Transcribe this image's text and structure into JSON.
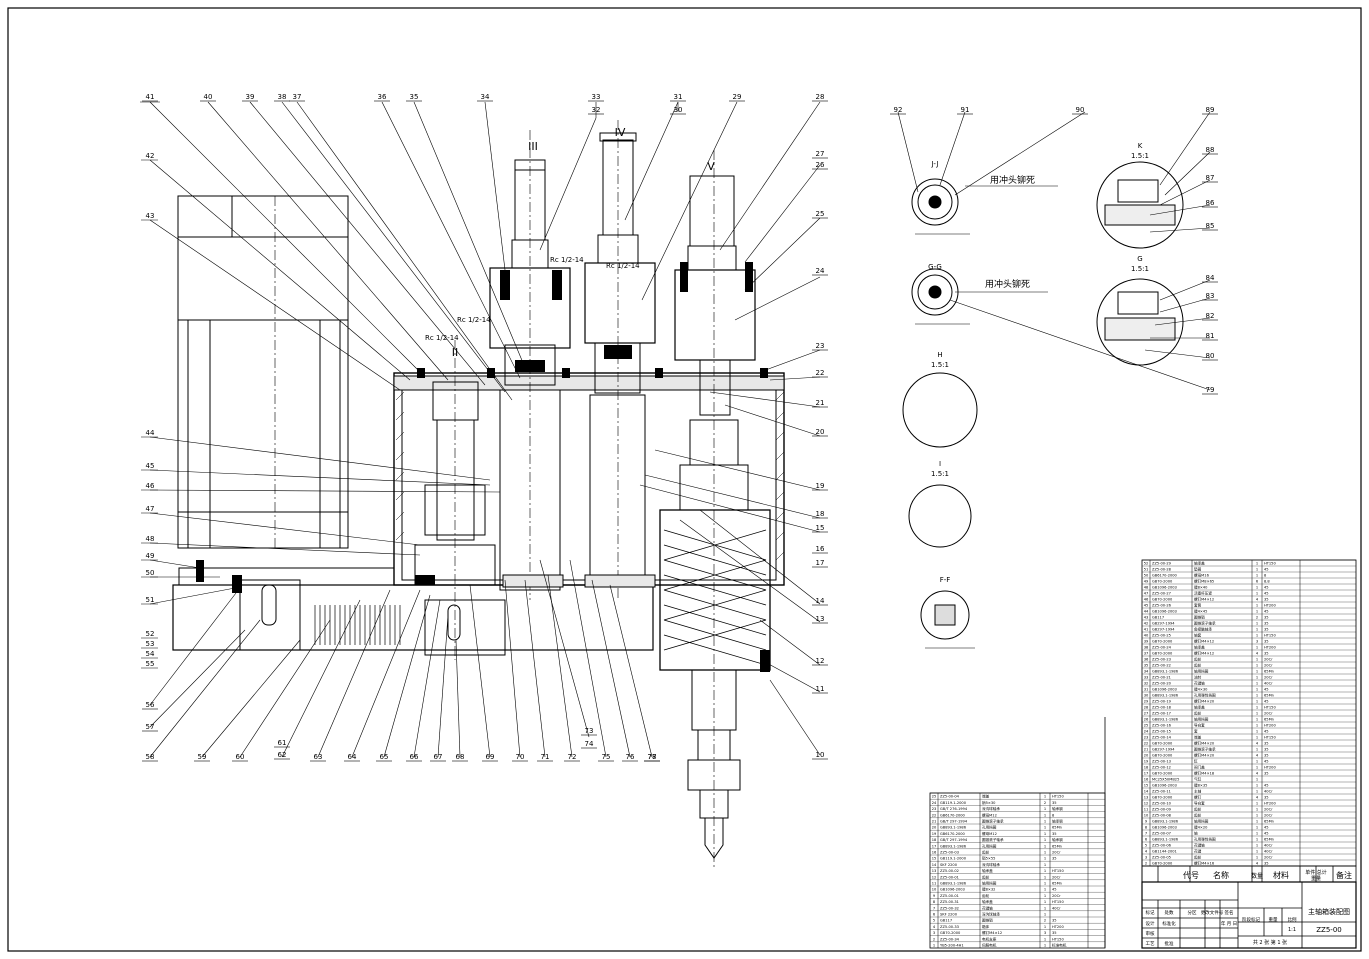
{
  "balloons_top": [
    "41",
    "40",
    "39",
    "38",
    "37",
    "36",
    "35",
    "34",
    "33",
    "32",
    "31",
    "30",
    "29",
    "28"
  ],
  "balloons_left": [
    "42",
    "43",
    "44",
    "45",
    "46",
    "47",
    "48",
    "49",
    "50",
    "51",
    "52",
    "53",
    "54",
    "55"
  ],
  "balloons_right": [
    "27",
    "26",
    "25",
    "24",
    "23",
    "22",
    "21",
    "20",
    "19",
    "18",
    "16",
    "17",
    "15",
    "14",
    "13",
    "12",
    "11",
    "10"
  ],
  "balloons_bottom": [
    "56",
    "57",
    "58",
    "59",
    "60",
    "61",
    "62",
    "63",
    "64",
    "65",
    "66",
    "67",
    "68",
    "69",
    "70",
    "71",
    "72",
    "73",
    "74",
    "75",
    "76",
    "77",
    "78"
  ],
  "roman_marks": [
    "III",
    "IV",
    "V",
    "II"
  ],
  "thread_notes": [
    "Rc 1/2-14",
    "Rc 1/2-14",
    "Rc 1/2-14",
    "Rc 1/2-14"
  ],
  "detail_notes": {
    "punch_note_1": "用冲头铆死",
    "punch_note_2": "用冲头铆死",
    "detail_k": "K",
    "detail_g": "G",
    "scale_a": "1.5:1",
    "scale_b": "1.5:1",
    "detail_h": "H",
    "scale_h": "1.5:1",
    "detail_i": "I",
    "scale_i": "1.5:1",
    "detail_f": "F-F",
    "section_jj": "J-J",
    "section_gg": "G-G"
  },
  "detail_balloons": [
    "92",
    "91",
    "90",
    "89",
    "88",
    "87",
    "86",
    "85",
    "84",
    "83",
    "82",
    "81",
    "80",
    "79"
  ],
  "title_block": {
    "drawing_name": "主轴箱装配图",
    "drawing_no": "ZZ5-00",
    "col_code": "代号",
    "col_name": "名称",
    "col_qty": "数量",
    "col_material": "材料",
    "col_weight": "单件 总计",
    "col_weight_2": "重量",
    "col_remarks": "备注",
    "sheet_info": "共 2 张   第 1 张",
    "scale": "1:1",
    "row_labels": [
      "标记",
      "处数",
      "分区",
      "更改文件号",
      "签名",
      "年 月 日"
    ],
    "row_labels_2": [
      "设计",
      "审核",
      "工艺",
      "标准化",
      "批准"
    ],
    "stage_labels": [
      "阶段标记",
      "重量",
      "比例"
    ]
  },
  "parts_list_right": [
    [
      "ZZ5-00-29",
      "轴承盖",
      "1",
      "HT150"
    ],
    [
      "ZZ5-00-28",
      "垫圈",
      "1",
      "45"
    ],
    [
      "GB6170-2000",
      "螺母M16",
      "1",
      "8"
    ],
    [
      "GB70-2000",
      "螺钉M8×65",
      "6",
      "8.8"
    ],
    [
      "GB1096-2003",
      "键8×40",
      "1",
      "45"
    ],
    [
      "ZZ5-00-27",
      "活塞杆压紧",
      "1",
      "45"
    ],
    [
      "GB70-2000",
      "螺钉M4×12",
      "4",
      "35"
    ],
    [
      "ZZ5-00-26",
      "套筒",
      "1",
      "HT200"
    ],
    [
      "GB1096-2003",
      "键4×45",
      "1",
      "45"
    ],
    [
      "GB117",
      "圆锥销",
      "2",
      "35"
    ],
    [
      "GB297-1994",
      "圆锥滚子轴承",
      "1",
      "35"
    ],
    [
      "GB297-1994",
      "角接触轴承",
      "1",
      "35"
    ],
    [
      "ZZ5-00-25",
      "轴套",
      "1",
      "HT150"
    ],
    [
      "GB70-2000",
      "螺钉M4×12",
      "3",
      "35"
    ],
    [
      "ZZ5-00-24",
      "轴承盖",
      "1",
      "HT200"
    ],
    [
      "GB70-2000",
      "螺钉M4×12",
      "4",
      "35"
    ],
    [
      "ZZ5-00-23",
      "齿轮",
      "1",
      "20Cr"
    ],
    [
      "ZZ5-00-22",
      "齿轮",
      "1",
      "20Cr"
    ],
    [
      "GB893.1-1986",
      "轴用挡圈",
      "1",
      "65Mn"
    ],
    [
      "ZZ5-00-21",
      "油封",
      "1",
      "20Cr"
    ],
    [
      "ZZ5-00-20",
      "花键轴",
      "1",
      "40Cr"
    ],
    [
      "GB1096-2003",
      "键4×30",
      "1",
      "45"
    ],
    [
      "GB893.1-1986",
      "孔用弹性挡圈",
      "1",
      "65Mn"
    ],
    [
      "ZZ5-00-19",
      "螺钉M4×20",
      "1",
      "45"
    ],
    [
      "ZZ5-00-18",
      "轴承盖",
      "1",
      "HT150"
    ],
    [
      "ZZ5-00-17",
      "齿轮",
      "1",
      "20Cr"
    ],
    [
      "GB893.1-1986",
      "轴用挡圈",
      "1",
      "65Mn"
    ],
    [
      "ZZ5-00-16",
      "导向套",
      "1",
      "HT200"
    ],
    [
      "ZZ5-00-15",
      "套",
      "1",
      "45"
    ],
    [
      "ZZ5-00-14",
      "端盖",
      "1",
      "HT150"
    ],
    [
      "GB70-2000",
      "螺钉M4×20",
      "4",
      "35"
    ],
    [
      "GB297-1994",
      "圆锥滚子轴承",
      "1",
      "35"
    ],
    [
      "GB70-2000",
      "螺钉M4×20",
      "4",
      "35"
    ],
    [
      "ZZ5-00-13",
      "缸",
      "1",
      "45"
    ],
    [
      "ZZ5-00-12",
      "阀门盖",
      "1",
      "HT200"
    ],
    [
      "GB70-2000",
      "螺钉M4×18",
      "4",
      "35"
    ],
    [
      "MC25X50MB25",
      "气缸",
      "1",
      ""
    ],
    [
      "GB1096-2003",
      "键8×35",
      "1",
      "45"
    ],
    [
      "ZZ5-00-11",
      "主轴",
      "1",
      "40Cr"
    ],
    [
      "GB70-2000",
      "螺钉",
      "4",
      "35"
    ],
    [
      "ZZ5-00-10",
      "导向套",
      "1",
      "HT200"
    ],
    [
      "ZZ5-00-09",
      "齿轮",
      "1",
      "20Cr"
    ],
    [
      "ZZ5-00-08",
      "齿轮",
      "1",
      "20Cr"
    ],
    [
      "GB893.1-1986",
      "轴用挡圈",
      "1",
      "65Mn"
    ],
    [
      "GB1096-2003",
      "键4×20",
      "1",
      "45"
    ],
    [
      "ZZ5-00-07",
      "轴",
      "1",
      "45"
    ],
    [
      "GB893.1-1986",
      "孔用弹性挡圈",
      "1",
      "65Mn"
    ],
    [
      "ZZ5-00-06",
      "花键轴",
      "1",
      "40Cr"
    ],
    [
      "GB1144-2001",
      "花键",
      "1",
      "40Cr"
    ],
    [
      "ZZ5-00-05",
      "齿轮",
      "1",
      "20Cr"
    ],
    [
      "GB70-2000",
      "螺钉M4×16",
      "4",
      "35"
    ]
  ],
  "parts_list_left": [
    [
      "ZZ5-00-04",
      "端盖",
      "1",
      "HT150"
    ],
    [
      "GB119.1-2000",
      "销5×30",
      "2",
      "35"
    ],
    [
      "GB/T 276-1994",
      "深沟球轴承",
      "1",
      "轴承钢"
    ],
    [
      "GB6170-2000",
      "螺母M12",
      "1",
      "8"
    ],
    [
      "GB/T 297-1994",
      "圆锥滚子轴承",
      "1",
      "轴承钢"
    ],
    [
      "GB893.1-1986",
      "孔用挡圈",
      "1",
      "65Mn"
    ],
    [
      "GB6170-2000",
      "螺母M12",
      "1",
      "35"
    ],
    [
      "GB/T 297-1994",
      "圆锥滚子轴承",
      "1",
      "轴承钢"
    ],
    [
      "GB893.1-1986",
      "孔用挡圈",
      "1",
      "65Mn"
    ],
    [
      "ZZ5-00-03",
      "齿轮",
      "1",
      "20Cr"
    ],
    [
      "GB119.1-2000",
      "销5×55",
      "1",
      "35"
    ],
    [
      "SKF 2200",
      "深沟球轴承",
      "1",
      ""
    ],
    [
      "ZZ5-00-02",
      "轴承盖",
      "1",
      "HT150"
    ],
    [
      "ZZ5-00-01",
      "齿轮",
      "1",
      "20Cr"
    ],
    [
      "GB893.1-1986",
      "轴用挡圈",
      "1",
      "65Mn"
    ],
    [
      "GB1096-2003",
      "键8×32",
      "1",
      "45"
    ],
    [
      "ZZ5-00-01",
      "齿轮",
      "1",
      "20Cr"
    ],
    [
      "ZZ5-00-31",
      "轴承盖",
      "1",
      "HT150"
    ],
    [
      "ZZ5-00-32",
      "花键轴",
      "1",
      "40Cr"
    ],
    [
      "SKF 2200",
      "深沟球轴承",
      "1",
      ""
    ],
    [
      "GB117",
      "圆锥销",
      "2",
      "35"
    ],
    [
      "ZZ5-00-33",
      "箱体",
      "1",
      "HT200"
    ],
    [
      "GB70-2000",
      "螺钉M4×12",
      "3",
      "35"
    ],
    [
      "ZZ5-00-34",
      "电机支座",
      "1",
      "HT150"
    ],
    [
      "YB5-200-4H1",
      "伺服电机",
      "1",
      "标准电机"
    ]
  ]
}
